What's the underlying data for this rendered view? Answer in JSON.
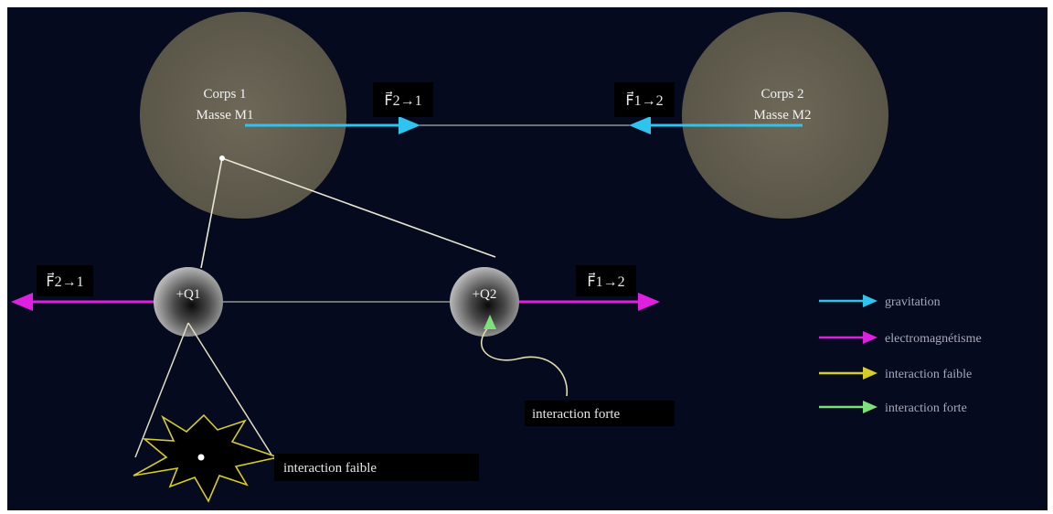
{
  "colors": {
    "background": "#060a1f",
    "body_fill": "#6e6858",
    "gravitation": "#2ec4ee",
    "electromagnetisme": "#e020e0",
    "interaction_faible": "#d6cc2a",
    "interaction_forte": "#7de07a",
    "link_line": "#d8d8c8"
  },
  "body1": {
    "name": "Corps 1",
    "mass": "Masse M1"
  },
  "body2": {
    "name": "Corps 2",
    "mass": "Masse M2"
  },
  "forces": {
    "grav_2_on_1": "F⃗2→1",
    "grav_1_on_2": "F⃗1→2",
    "em_1_on_2": "F⃗1→2",
    "em_2_on_1": "F⃗2→1"
  },
  "charges": {
    "q1": "+Q1",
    "q2": "+Q2"
  },
  "annotations": {
    "interaction_forte": "interaction forte",
    "interaction_faible": "interaction faible"
  },
  "legend": [
    {
      "label": "gravitation",
      "color": "#2ec4ee"
    },
    {
      "label": "electromagnétisme",
      "color": "#e020e0"
    },
    {
      "label": "interaction faible",
      "color": "#d6cc2a"
    },
    {
      "label": "interaction forte",
      "color": "#7de07a"
    }
  ]
}
